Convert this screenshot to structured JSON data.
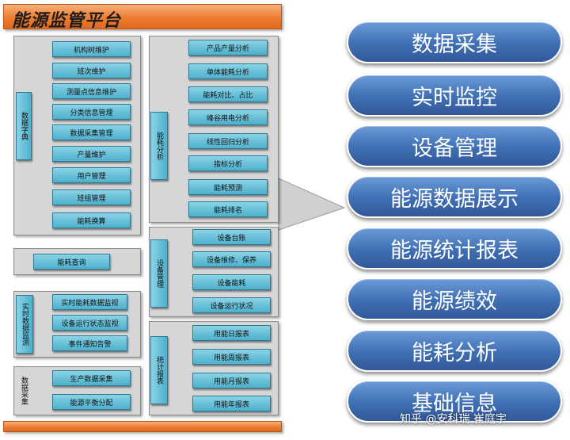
{
  "header": {
    "title": "能源监管平台"
  },
  "panels": {
    "data_dictionary": {
      "label": "数据字典",
      "items": [
        "机构树维护",
        "班次维护",
        "测量点信息维护",
        "分类信息管理",
        "数据采集管理",
        "产量维护",
        "用户管理",
        "班组管理",
        "能耗换算"
      ]
    },
    "energy_query": {
      "items": [
        "能耗查询"
      ]
    },
    "realtime_monitor": {
      "label": "实时数据监测",
      "items": [
        "实时能耗数据监视",
        "设备运行状态监视",
        "事件通知告警"
      ]
    },
    "data_collection": {
      "label": "数据采集",
      "items": [
        "生产数据采集",
        "能源平衡分配"
      ]
    },
    "energy_analysis": {
      "label": "能耗分析",
      "items": [
        "产品产量分析",
        "单体能耗分析",
        "能耗对比、占比",
        "峰谷用电分析",
        "线性回归分析",
        "指标分析",
        "能耗预测",
        "能耗排名"
      ]
    },
    "device_management": {
      "label": "设备管理",
      "items": [
        "设备台账",
        "设备维修、保养",
        "设备能耗",
        "设备运行状况"
      ]
    },
    "statistics_reports": {
      "label": "统计报表",
      "items": [
        "用能日报表",
        "用能周报表",
        "用能月报表",
        "用能年报表"
      ]
    }
  },
  "menu": {
    "items": [
      "数据采集",
      "实时监控",
      "设备管理",
      "能源数据展示",
      "能源统计报表",
      "能源绩效",
      "能耗分析",
      "基础信息"
    ]
  },
  "watermark": "知乎 @安科瑞 崔庭宇",
  "colors": {
    "header_orange": "#ed7d31",
    "panel_gray": "#d6d6d6",
    "node_cyan": "#4db0cc",
    "menu_blue": "#3f6fb3"
  }
}
